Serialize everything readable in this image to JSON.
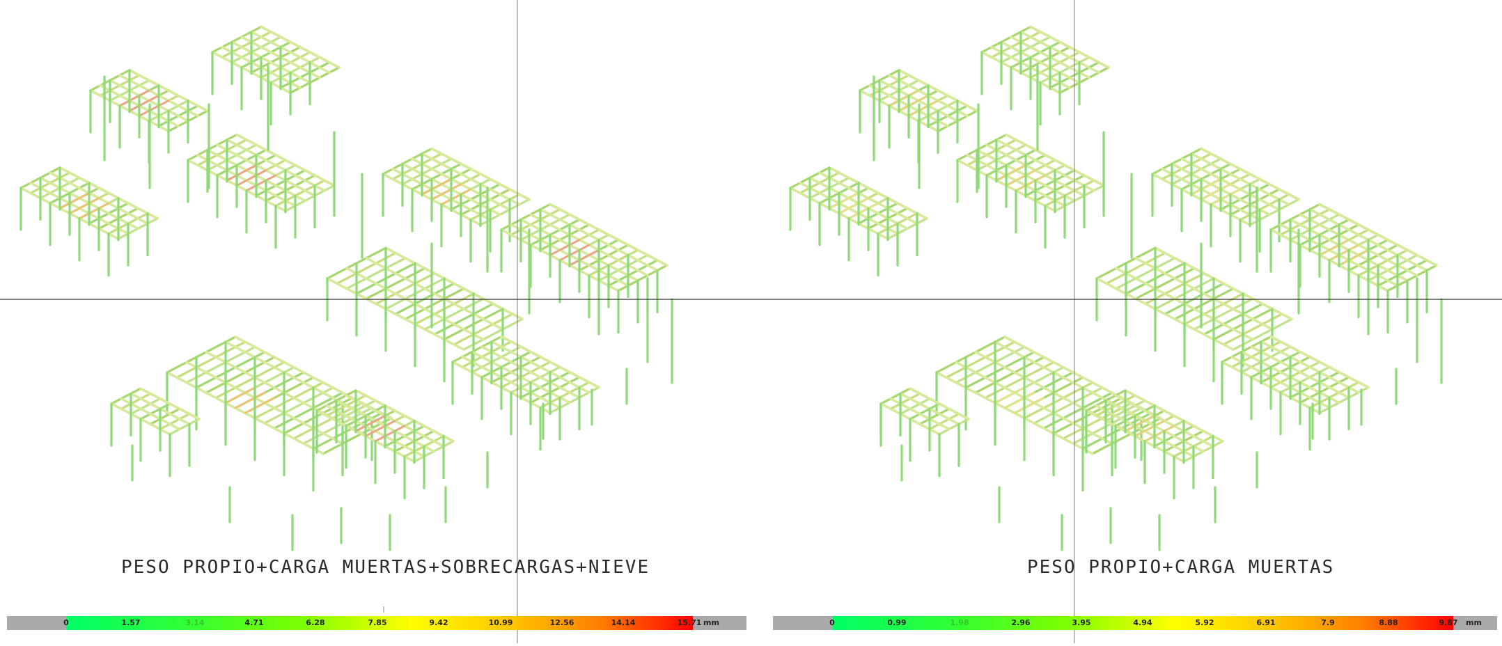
{
  "panels": [
    {
      "caption": "PESO PROPIO+CARGA MUERTAS+SOBRECARGAS+NIEVE",
      "legend": {
        "ticks": [
          "0",
          "1.57",
          "3.14",
          "4.71",
          "6.28",
          "7.85",
          "9.42",
          "10.99",
          "12.56",
          "14.14",
          "15.71"
        ],
        "unit": "mm"
      }
    },
    {
      "caption": "PESO PROPIO+CARGA MUERTAS",
      "legend": {
        "ticks": [
          "0",
          "0.99",
          "1.98",
          "2.96",
          "3.95",
          "4.94",
          "5.92",
          "6.91",
          "7.9",
          "8.88",
          "9.87"
        ],
        "unit": "mm"
      }
    }
  ],
  "colors": {
    "scale_low": "#00ff66",
    "scale_mid": "#ffff00",
    "scale_high": "#ff0000",
    "member_main": "#a9d66b",
    "member_edge": "#d7e99a",
    "crosshair": "#4a4a4a"
  }
}
